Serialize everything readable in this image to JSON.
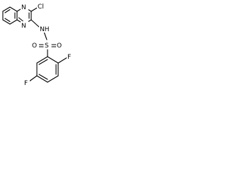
{
  "molecule": {
    "atoms": {
      "n_top": "N",
      "cl": "Cl",
      "n_bottom": "N",
      "nh": "NH",
      "s": "S",
      "o_left": "O",
      "o_right": "O",
      "f_top": "F",
      "f_bottom": "F"
    }
  }
}
